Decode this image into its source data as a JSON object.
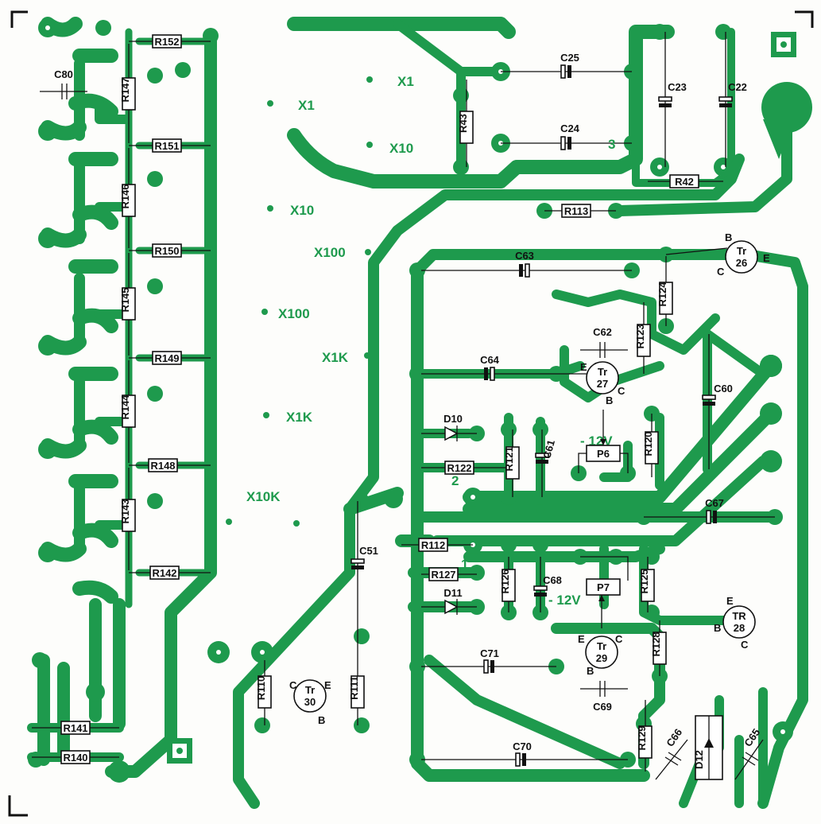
{
  "title": "",
  "colors": {
    "copper": "#1e9a4d",
    "ink": "#111111",
    "paper": "#fdfdfb"
  },
  "resistors": {
    "r152": "R152",
    "r147": "R147",
    "r151": "R151",
    "r146": "R146",
    "r150": "R150",
    "r145": "R145",
    "r149": "R149",
    "r144": "R144",
    "r148": "R148",
    "r143": "R143",
    "r142": "R142",
    "r141": "R141",
    "r140": "R140",
    "r43": "R43",
    "r42": "R42",
    "r113": "R113",
    "r124": "R124",
    "r123": "R123",
    "r120": "R120",
    "r121": "R121",
    "r122": "R122",
    "r112": "R112",
    "r127": "R127",
    "r126": "R126",
    "r125": "R125",
    "r128": "R128",
    "r129": "R129",
    "r110": "R110",
    "r111": "R111"
  },
  "capacitors": {
    "c80": "C80",
    "c25": "C25",
    "c24": "C24",
    "c23": "C23",
    "c22": "C22",
    "c63": "C63",
    "c62": "C62",
    "c64": "C64",
    "c61": "C61",
    "c60": "C60",
    "c67": "C67",
    "c51": "C51",
    "c68": "C68",
    "c71": "C71",
    "c69": "C69",
    "c70": "C70",
    "c66": "C66",
    "c65": "C65"
  },
  "transistors": {
    "tr26": {
      "name": "Tr",
      "num": "26",
      "b": "B",
      "c": "C",
      "e": "E"
    },
    "tr27": {
      "name": "Tr",
      "num": "27",
      "b": "B",
      "c": "C",
      "e": "E"
    },
    "tr28": {
      "name": "TR",
      "num": "28",
      "b": "B",
      "c": "C",
      "e": "E"
    },
    "tr29": {
      "name": "Tr",
      "num": "29",
      "b": "B",
      "c": "C",
      "e": "E"
    },
    "tr30": {
      "name": "Tr",
      "num": "30",
      "b": "B",
      "c": "C",
      "e": "E"
    }
  },
  "diodes": {
    "d10": "D10",
    "d11": "D11",
    "d12": "D12"
  },
  "pots": {
    "p6": "P6",
    "p7": "P7"
  },
  "range_labels": {
    "x1_a": "X1",
    "x1_b": "X1",
    "x10_a": "X10",
    "x10_b": "X10",
    "x100_a": "X100",
    "x100_b": "X100",
    "x1k_a": "X1K",
    "x1k_b": "X1K",
    "x10k": "X10K"
  },
  "copper_text": {
    "neg12_a": "- 12V",
    "neg12_b": "- 12V",
    "pad3": "3",
    "pad2": "2",
    "pad1": "1"
  }
}
